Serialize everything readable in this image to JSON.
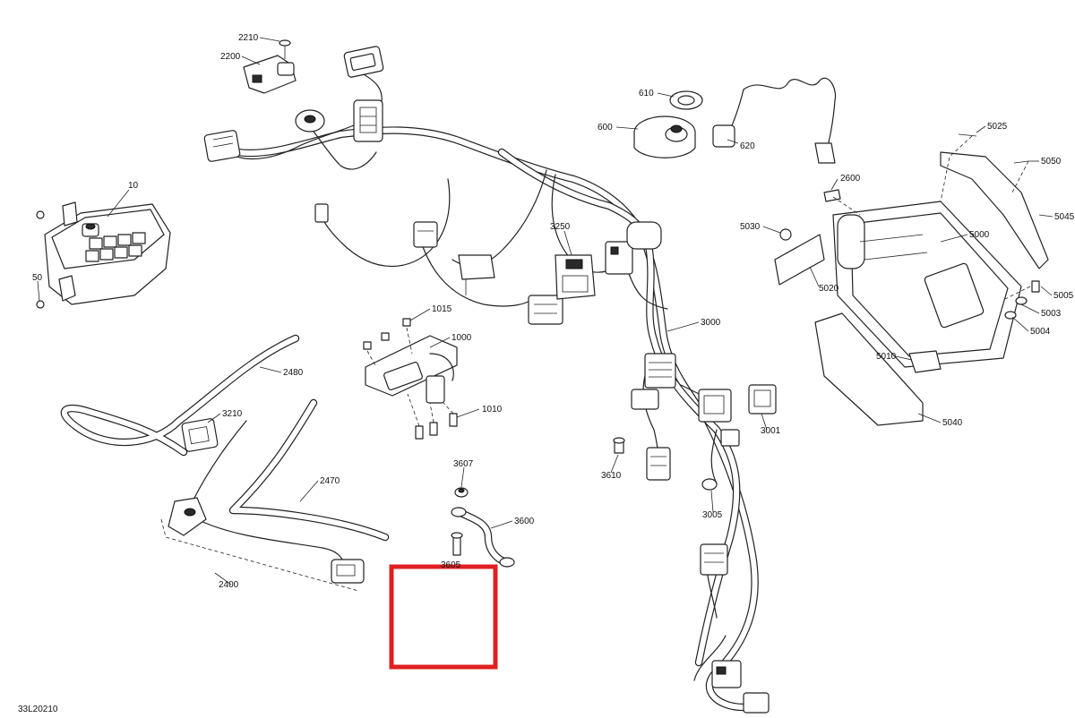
{
  "drawing_id": "33L20210",
  "highlight_color": "#e02020",
  "callouts": [
    "2210",
    "2200",
    "610",
    "600",
    "620",
    "5025",
    "5050",
    "10",
    "2600",
    "5030",
    "5045",
    "3250",
    "5000",
    "50",
    "1015",
    "5020",
    "5005",
    "5003",
    "3000",
    "5004",
    "1000",
    "2480",
    "5010",
    "1010",
    "3210",
    "3001",
    "5040",
    "3607",
    "3610",
    "2470",
    "3005",
    "3600",
    "3605",
    "2400"
  ]
}
